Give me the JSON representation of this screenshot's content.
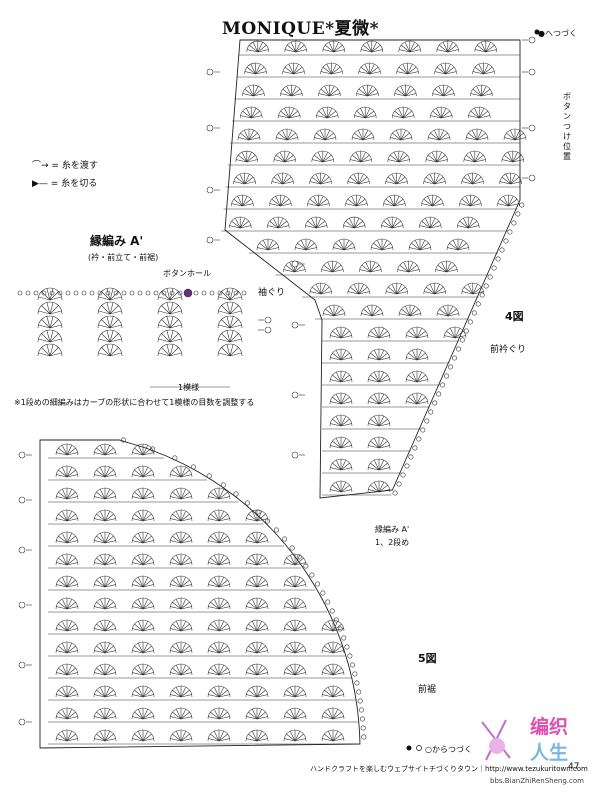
{
  "header": {
    "title": "MONIQUE*夏微*"
  },
  "legend": {
    "pass_yarn": "= 糸を渡す",
    "cut_yarn": "= 糸を切る"
  },
  "edge_a": {
    "title": "縁編み A'",
    "subtitle": "(衿・前立て・前裾)",
    "button_hole": "ボタンホール",
    "repeat": "1模様",
    "note": "※1段めの細編みはカーブの形状に合わせて1模様の目数を調整する"
  },
  "fig4": {
    "label": "4図",
    "caption": "前衿ぐり",
    "armhole": "袖ぐり",
    "start_marker": "●へつづく",
    "button_position": "ボタンつけ位置",
    "edge_label": "縁編み A'",
    "edge_rows": "1、2段め"
  },
  "fig5": {
    "label": "5図",
    "caption": "前裾",
    "from_marker": "○からつづく"
  },
  "footer": {
    "text": "ハンドクラフトを楽しむウェブサイトチづくりタウン｜http://www.tezukuritown.com",
    "page": "47"
  },
  "watermark": {
    "line1": "编织",
    "line2": "人生",
    "sub": "bbs.BianZhiRenSheng.com"
  }
}
